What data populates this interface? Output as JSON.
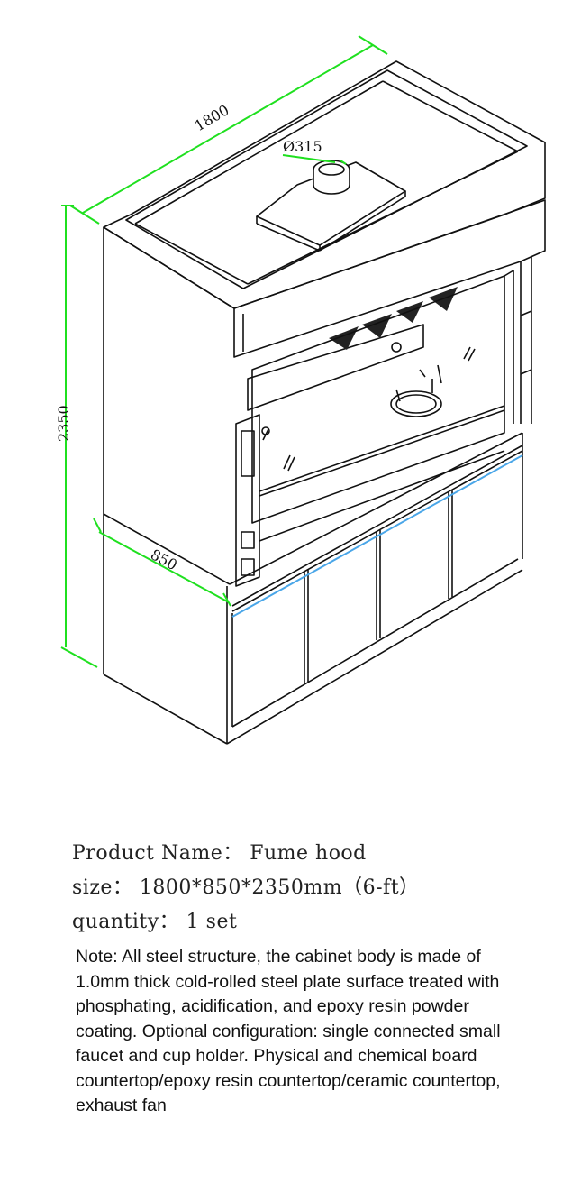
{
  "dimensions": {
    "width": "1800",
    "height": "2350",
    "depth": "850",
    "duct_diameter": "Ø315"
  },
  "colors": {
    "dimension_line": "#1fe01f",
    "light_strip": "#4aa6e8",
    "outline": "#111111"
  },
  "product": {
    "name_line": "Product Name： Fume hood",
    "size_line": "size： 1800*850*2350mm（6-ft）",
    "quantity_line": "quantity： 1 set",
    "note": "Note: All steel structure, the cabinet body is made of 1.0mm thick cold-rolled steel plate surface treated with phosphating, acidification, and epoxy resin powder coating. Optional configuration: single connected small faucet and cup holder. Physical and chemical board countertop/epoxy resin countertop/ceramic countertop, exhaust fan"
  }
}
